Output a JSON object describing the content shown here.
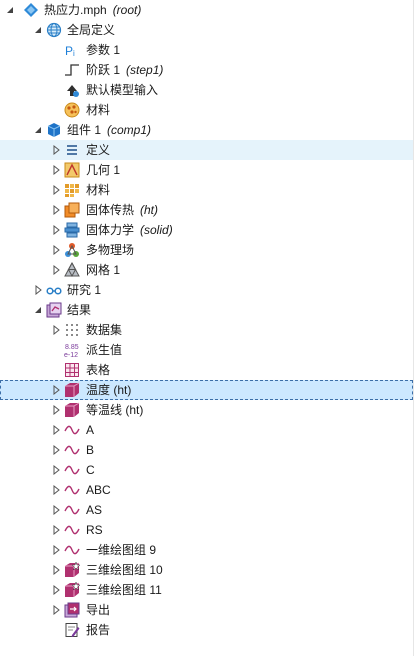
{
  "tree": {
    "root": {
      "label": "热应力.mph",
      "tag": "(root)"
    },
    "global": {
      "label": "全局定义",
      "params": {
        "label": "参数 1"
      },
      "step": {
        "label": "阶跃 1",
        "tag": "(step1)"
      },
      "model_input": {
        "label": "默认模型输入"
      },
      "materials": {
        "label": "材料"
      }
    },
    "component": {
      "label": "组件 1",
      "tag": "(comp1)",
      "definitions": {
        "label": "定义"
      },
      "geometry": {
        "label": "几何 1"
      },
      "materials": {
        "label": "材料"
      },
      "heat": {
        "label": "固体传热",
        "tag": "(ht)"
      },
      "solid": {
        "label": "固体力学",
        "tag": "(solid)"
      },
      "multiphysics": {
        "label": "多物理场"
      },
      "mesh": {
        "label": "网格 1"
      }
    },
    "study": {
      "label": "研究 1"
    },
    "results": {
      "label": "结果",
      "datasets": {
        "label": "数据集"
      },
      "derived": {
        "label": "派生值",
        "icon_text_top": "8.85",
        "icon_text_bottom": "e-12"
      },
      "tables": {
        "label": "表格"
      },
      "temperature": {
        "label": "温度 (ht)"
      },
      "isotherm": {
        "label": "等温线 (ht)"
      },
      "plot_a": {
        "label": "A"
      },
      "plot_b": {
        "label": "B"
      },
      "plot_c": {
        "label": "C"
      },
      "plot_abc": {
        "label": "ABC"
      },
      "plot_as": {
        "label": "AS"
      },
      "plot_rs": {
        "label": "RS"
      },
      "plot1d_9": {
        "label": "一维绘图组 9"
      },
      "plot3d_10": {
        "label": "三维绘图组 10"
      },
      "plot3d_11": {
        "label": "三维绘图组 11"
      },
      "export": {
        "label": "导出"
      },
      "report": {
        "label": "报告"
      }
    }
  },
  "colors": {
    "hover_row": "#e5f3fb",
    "selected_row": "#cce8ff",
    "selected_border": "#3b6ea8",
    "accent_blue": "#1e7fd8",
    "plot_magenta": "#b0306f"
  }
}
